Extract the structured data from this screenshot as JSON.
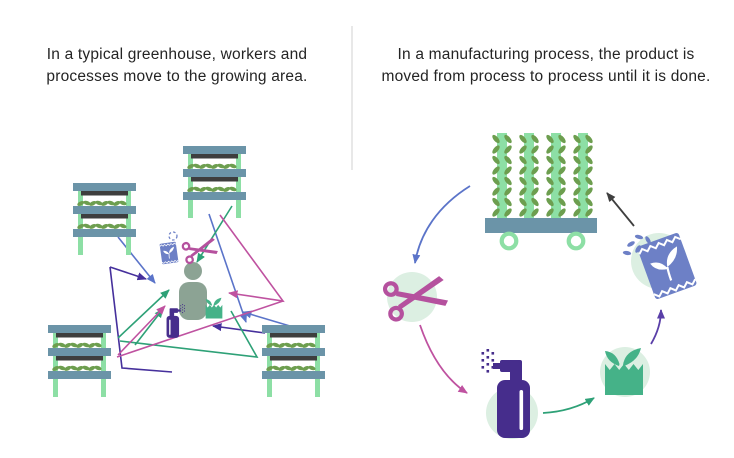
{
  "panels": [
    {
      "name": "greenhouse",
      "lines": [
        "In a typical greenhouse, workers and",
        "processes move to the growing area."
      ]
    },
    {
      "name": "manufacturing",
      "lines": [
        "In a manufacturing process, the product is",
        "moved from process to process until it is done."
      ]
    }
  ],
  "icons": {
    "left": [
      "growing-rack-icon (x4)",
      "worker-icon",
      "scissors-icon",
      "seed-packet-icon",
      "spray-bottle-icon",
      "harvest-bag-icon",
      "movement-arrows"
    ],
    "right": [
      "vertical-grow-cart-icon",
      "scissors-icon",
      "spray-bottle-icon",
      "harvest-bag-icon",
      "seed-packet-icon",
      "process-flow-arrows"
    ]
  },
  "colors": {
    "background": "#ffffff",
    "text": "#242424",
    "divider": "#e8e8e8",
    "teal": "#6b94a8",
    "leg-green": "#8ddfa5",
    "plant-green": "#6d9e4f",
    "dark": "#3e3e3e",
    "person": "#8ca394",
    "mint": "#dcefe2",
    "arrow-blue": "#5b74c9",
    "arrow-indigo": "#46309c",
    "arrow-green": "#2ea177",
    "arrow-magenta": "#bf52a0",
    "arrow-purple": "#5a3fa8",
    "arrow-dark": "#3f3f3f",
    "item-magenta": "#b5519e",
    "item-purple": "#462d8c",
    "item-green": "#45b288",
    "item-blue": "#6d80c6"
  }
}
